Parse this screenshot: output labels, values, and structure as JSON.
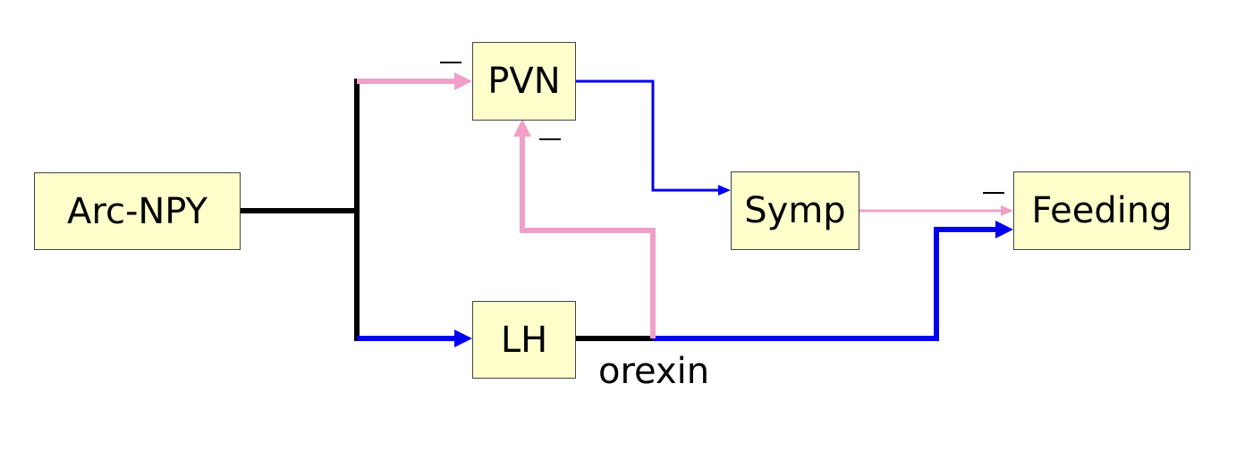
{
  "nodes": {
    "arc_npy": "Arc-NPY",
    "pvn": "PVN",
    "lh": "LH",
    "symp": "Symp",
    "feeding": "Feeding"
  },
  "labels": {
    "orexin": "orexin"
  },
  "colors": {
    "node_fill": "#ffffcc",
    "neutral_edge": "#000000",
    "inhibitory_edge": "#f0a0c8",
    "stimulatory_edge": "#0000ee"
  }
}
